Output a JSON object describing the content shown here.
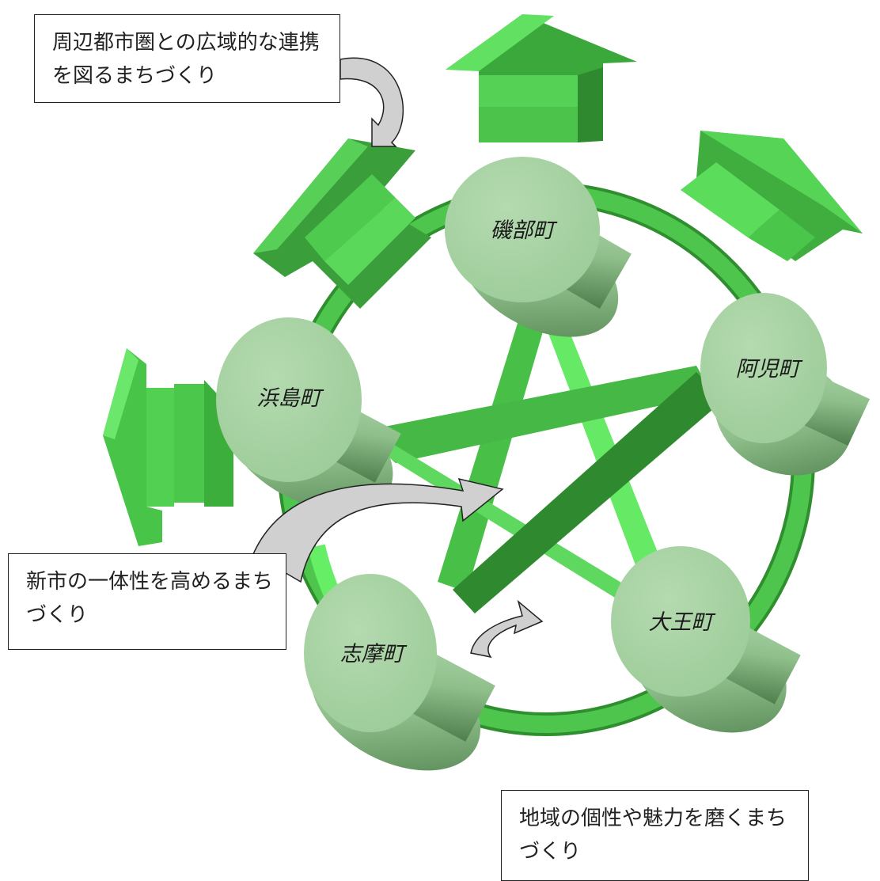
{
  "towns": {
    "isobe": "磯部町",
    "hamajima": "浜島町",
    "ago": "阿児町",
    "shima": "志摩町",
    "daio": "大王町"
  },
  "callouts": {
    "regional": "周辺都市圏との広域的な連携を図るまちづくり",
    "unity": "新市の一体性を高めるまちづくり",
    "local": "地域の個性や魅力を磨くまちづくり"
  },
  "colors": {
    "ring": "#4cc14c",
    "ring_dark": "#2f8f2f",
    "star_light": "#5ee85e",
    "star_dark": "#2f8a2f",
    "cylinder_top": "#a9d2a6",
    "cylinder_side": "#8fbf8b",
    "outward_arrow": "#55d155",
    "callout_arrow": "#c8c8c8"
  },
  "icons": [
    "outward-arrow-icon",
    "curved-callout-arrow-icon"
  ]
}
